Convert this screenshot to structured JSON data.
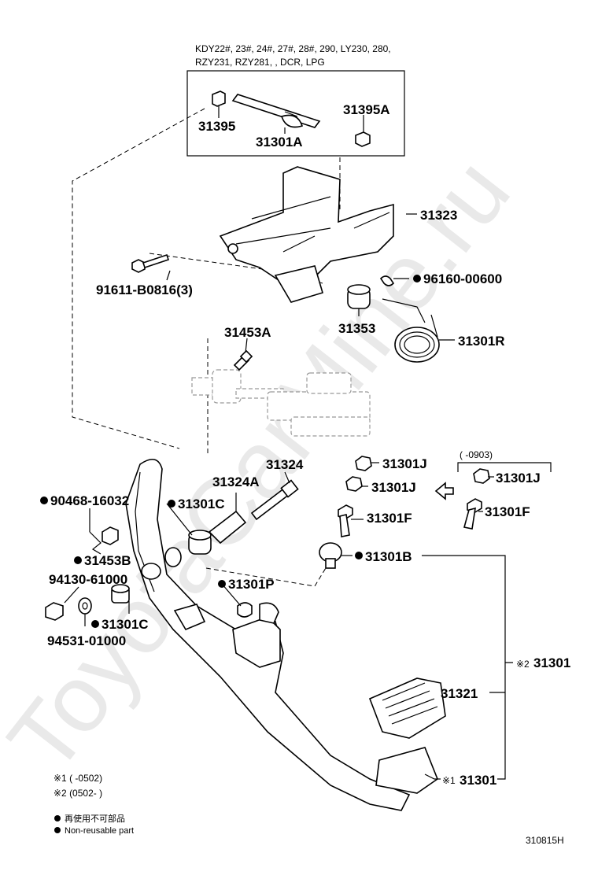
{
  "header": {
    "line1": "KDY22#, 23#, 24#, 27#, 28#, 290, LY230, 280,",
    "line2": "RZY231, RZY281, , DCR, LPG"
  },
  "watermark": "ToyotaCarMine.ru",
  "labels": {
    "p31395": "31395",
    "p31395A": "31395A",
    "p31301A": "31301A",
    "p31323": "31323",
    "p91611": "91611-B0816(3)",
    "p96160": "96160-00600",
    "p31353": "31353",
    "p31301R": "31301R",
    "p31453A": "31453A",
    "p31324": "31324",
    "p31324A": "31324A",
    "p90468": "90468-16032",
    "p31301C_a": "31301C",
    "p31453B": "31453B",
    "p94130": "94130-61000",
    "p94531": "94531-01000",
    "p31301C_b": "31301C",
    "p31301P": "31301P",
    "p31301J_a": "31301J",
    "p31301J_b": "31301J",
    "p31301J_c": "31301J",
    "p31301F_a": "31301F",
    "p31301F_b": "31301F",
    "p31301B": "31301B",
    "p31301_2": "31301",
    "p31321": "31321",
    "p31301_1": "31301",
    "range0903": "(      -0903)",
    "mark1": "※1",
    "mark2": "※2"
  },
  "notes": {
    "note1": "※1  (          -0502)",
    "note2": "※2  (0502-        )",
    "legend_jp": "再使用不可部品",
    "legend_en": "Non-reusable part"
  },
  "footer": {
    "code": "310815H"
  }
}
